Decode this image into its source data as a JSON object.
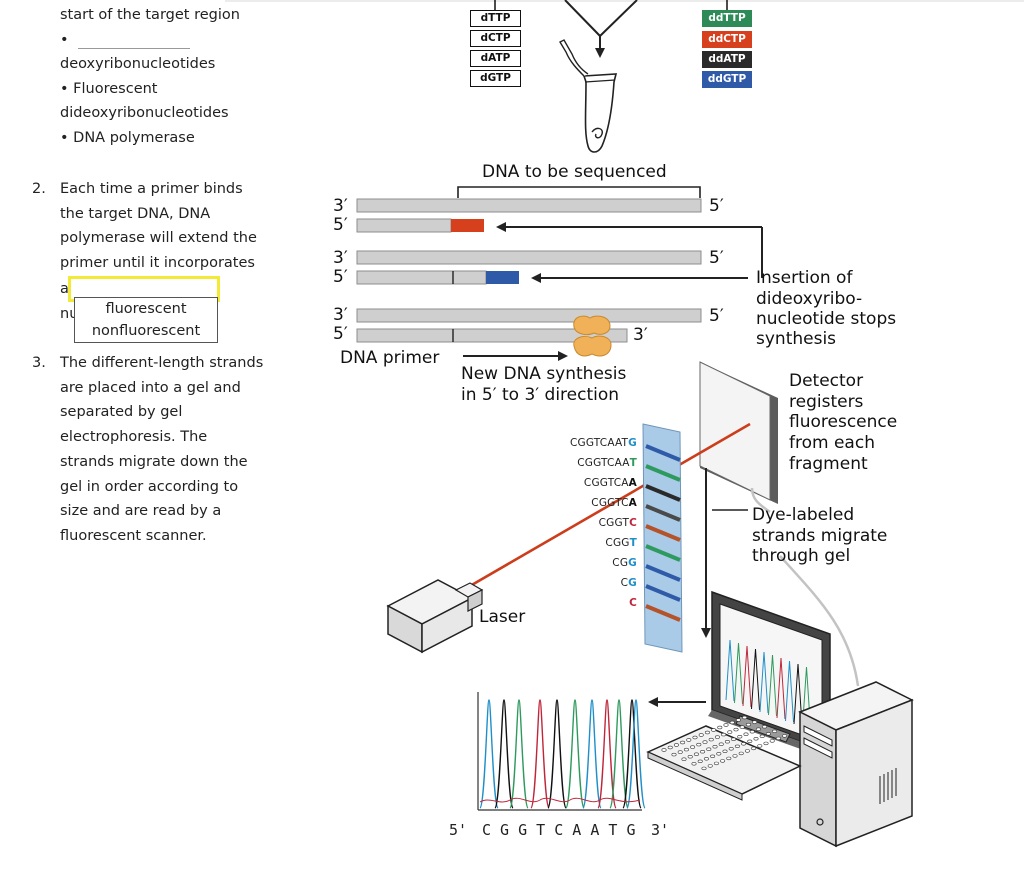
{
  "questions": {
    "intro_line": "start of the target region",
    "bullet_blank_suffix": "deoxyribonucleotides",
    "bullet2_line1": "Fluorescent",
    "bullet2_line2": "dideoxyribonucleotides",
    "bullet3": "DNA polymerase",
    "q2_number": "2.",
    "q2_lines": [
      "Each time a primer binds",
      "the target DNA, DNA",
      "polymerase will extend the",
      "primer until it incorporates"
    ],
    "q2_a_fragment": "a",
    "q2_nu_fragment": "nu",
    "dropdown_options": [
      "fluorescent",
      "nonfluorescent"
    ],
    "q3_number": "3.",
    "q3_lines": [
      "The different-length strands",
      "are placed into a gel and",
      "separated by gel",
      "electrophoresis. The",
      "strands migrate down the",
      "gel in order according to",
      "size and are read by a",
      "fluorescent scanner."
    ],
    "bullet_char": "•"
  },
  "diagram": {
    "dntps": [
      "dTTP",
      "dCTP",
      "dATP",
      "dGTP"
    ],
    "ddntps": [
      {
        "label": "ddTTP",
        "color": "#2e8b57"
      },
      {
        "label": "ddCTP",
        "color": "#d7401d"
      },
      {
        "label": "ddATP",
        "color": "#2a2a2a"
      },
      {
        "label": "ddGTP",
        "color": "#2f5aa8"
      }
    ],
    "dna_to_be_sequenced": "DNA to be sequenced",
    "strand_end_3": "3′",
    "strand_end_5": "5′",
    "dna_primer": "DNA primer",
    "new_synthesis": [
      "New DNA synthesis",
      "in 5′ to 3′ direction"
    ],
    "insertion": [
      "Insertion of",
      "dideoxyribo-",
      "nucleotide stops",
      "synthesis"
    ],
    "detector": [
      "Detector",
      "registers",
      "fluorescence",
      "from each",
      "fragment"
    ],
    "dye_labeled": [
      "Dye-labeled",
      "strands migrate",
      "through gel"
    ],
    "laser": "Laser",
    "fragments": [
      {
        "prefix": "CGGTCAAT",
        "last": "G",
        "color": "#1f8fc9"
      },
      {
        "prefix": "CGGTCAA",
        "last": "T",
        "color": "#2e9a5e"
      },
      {
        "prefix": "CGGTCA",
        "last": "A",
        "color": "#111111"
      },
      {
        "prefix": "CGGTC",
        "last": "A",
        "color": "#111111"
      },
      {
        "prefix": "CGGT",
        "last": "C",
        "color": "#c0263a"
      },
      {
        "prefix": "CGG",
        "last": "T",
        "color": "#1f8fc9"
      },
      {
        "prefix": "CG",
        "last": "G",
        "color": "#1f8fc9"
      },
      {
        "prefix": "C",
        "last": "G",
        "color": "#1f8fc9"
      },
      {
        "prefix": "",
        "last": "C",
        "color": "#c0263a"
      }
    ],
    "band_colors": [
      "#2f5aa8",
      "#2e9a5e",
      "#2a2a2a",
      "#4a4a4a",
      "#b5522a",
      "#2e9a5e",
      "#2f5aa8",
      "#2f5aa8",
      "#b5522a"
    ],
    "readout": {
      "left": "5'",
      "sequence": "C G G T C A A T G",
      "right": "3'"
    },
    "colors": {
      "primer_red": "#d7401d",
      "primer_blue": "#2f5aa8",
      "strand_gray": "#cfcfcf",
      "polymerase": "#f0b158",
      "laser_beam": "#cc3d1b",
      "gel_blue": "#a9cbe8"
    }
  }
}
